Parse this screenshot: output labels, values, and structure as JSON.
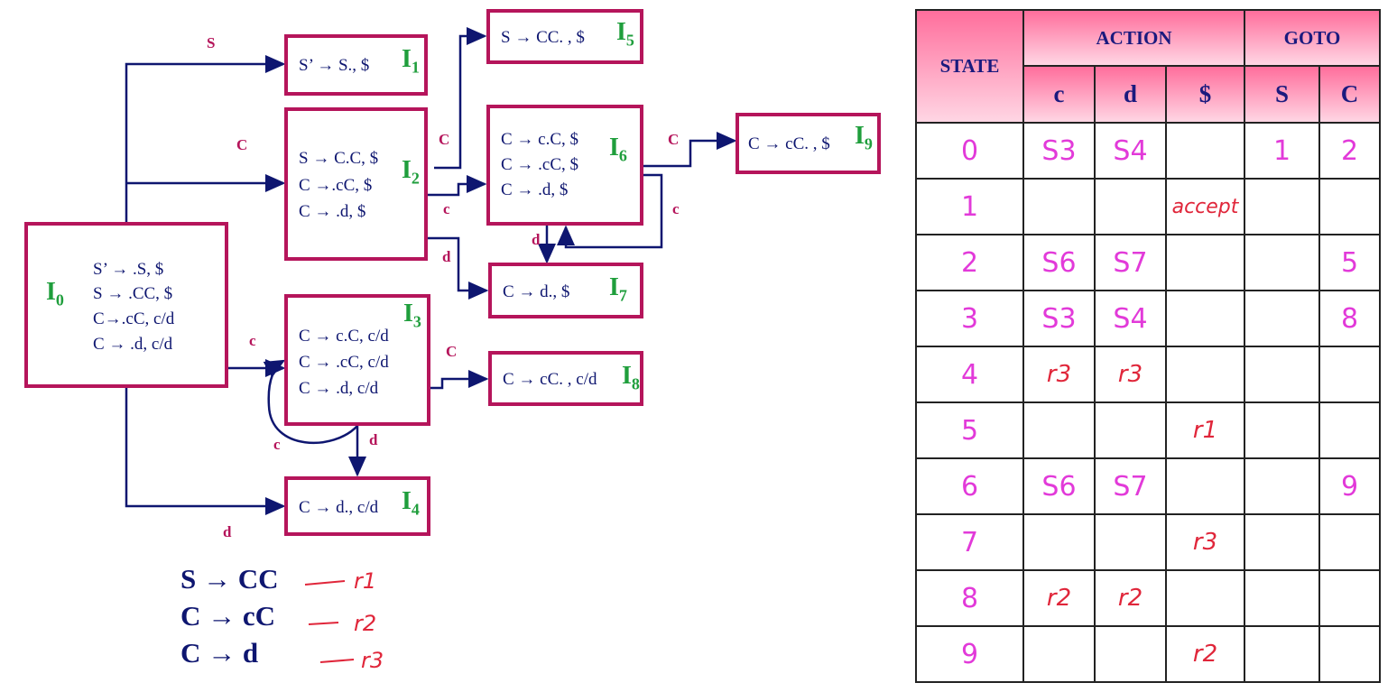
{
  "diagram": {
    "states": [
      {
        "id": "I0",
        "name": "I",
        "sub": "0",
        "items": [
          "S’ → .S, $",
          "S → .CC, $",
          "C→.cC, c/d",
          "C → .d, c/d"
        ]
      },
      {
        "id": "I1",
        "name": "I",
        "sub": "1",
        "items": [
          "S’ → S., $"
        ]
      },
      {
        "id": "I2",
        "name": "I",
        "sub": "2",
        "items": [
          "S → C.C, $",
          "C →.cC, $",
          "C → .d, $"
        ]
      },
      {
        "id": "I3",
        "name": "I",
        "sub": "3",
        "items": [
          "C → c.C, c/d",
          "C → .cC, c/d",
          "C → .d, c/d"
        ]
      },
      {
        "id": "I4",
        "name": "I",
        "sub": "4",
        "items": [
          "C → d., c/d"
        ]
      },
      {
        "id": "I5",
        "name": "I",
        "sub": "5",
        "items": [
          "S → CC. , $"
        ]
      },
      {
        "id": "I6",
        "name": "I",
        "sub": "6",
        "items": [
          "C → c.C, $",
          "C → .cC, $",
          "C → .d, $"
        ]
      },
      {
        "id": "I7",
        "name": "I",
        "sub": "7",
        "items": [
          "C → d., $"
        ]
      },
      {
        "id": "I8",
        "name": "I",
        "sub": "8",
        "items": [
          "C → cC. , c/d"
        ]
      },
      {
        "id": "I9",
        "name": "I",
        "sub": "9",
        "items": [
          "C → cC. , $"
        ]
      }
    ],
    "edge_labels": {
      "i0_i1": "S",
      "i0_i2": "C",
      "i0_i3": "c",
      "i0_i4": "d",
      "i2_i5": "C",
      "i2_i6": "c",
      "i2_i7": "d",
      "i3_i8": "C",
      "i3_i3": "c",
      "i3_i4": "d",
      "i6_i9": "C",
      "i6_i6": "c",
      "i6_i7": "d"
    },
    "productions": [
      {
        "rule": "S → CC",
        "tag": "r1"
      },
      {
        "rule": "C → cC",
        "tag": "r2"
      },
      {
        "rule": "C → d",
        "tag": "r3"
      }
    ]
  },
  "table": {
    "state_header": "STATE",
    "action_header": "ACTION",
    "goto_header": "GOTO",
    "action_cols": [
      "c",
      "d",
      "$"
    ],
    "goto_cols": [
      "S",
      "C"
    ],
    "rows": [
      {
        "state": "0",
        "c": "S3",
        "d": "S4",
        "$": "",
        "S": "1",
        "C": "2"
      },
      {
        "state": "1",
        "c": "",
        "d": "",
        "$": "accept",
        "S": "",
        "C": ""
      },
      {
        "state": "2",
        "c": "S6",
        "d": "S7",
        "$": "",
        "S": "",
        "C": "5"
      },
      {
        "state": "3",
        "c": "S3",
        "d": "S4",
        "$": "",
        "S": "",
        "C": "8"
      },
      {
        "state": "4",
        "c": "r3",
        "d": "r3",
        "$": "",
        "S": "",
        "C": ""
      },
      {
        "state": "5",
        "c": "",
        "d": "",
        "$": "r1",
        "S": "",
        "C": ""
      },
      {
        "state": "6",
        "c": "S6",
        "d": "S7",
        "$": "",
        "S": "",
        "C": "9"
      },
      {
        "state": "7",
        "c": "",
        "d": "",
        "$": "r3",
        "S": "",
        "C": ""
      },
      {
        "state": "8",
        "c": "r2",
        "d": "r2",
        "$": "",
        "S": "",
        "C": ""
      },
      {
        "state": "9",
        "c": "",
        "d": "",
        "$": "r2",
        "S": "",
        "C": ""
      }
    ]
  },
  "colors": {
    "box_border": "#b5155b",
    "arrow": "#0e1670",
    "state_name": "#1f9e3c",
    "edge_label": "#b5155b",
    "handwritten_shift": "#e23ad9",
    "handwritten_reduce": "#e0263a",
    "header_top": "#ff6e9c",
    "header_bottom": "#ffd6e4"
  }
}
